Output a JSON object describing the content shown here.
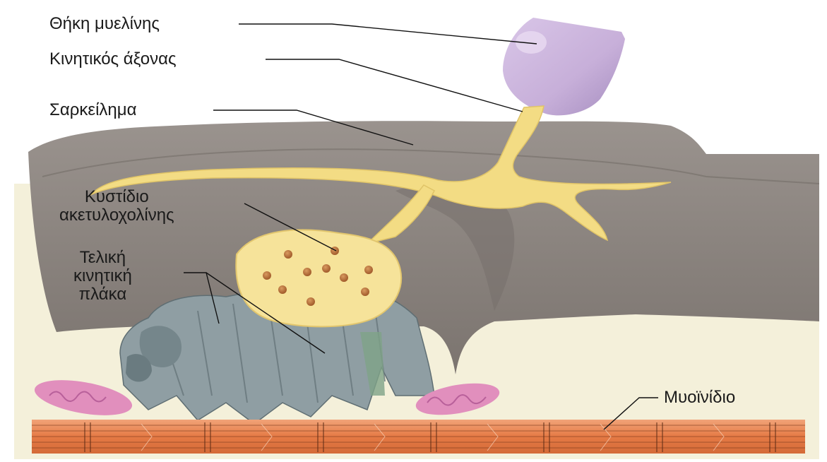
{
  "labels": {
    "myelin_sheath": "Θήκη μυελίνης",
    "motor_axon": "Κινητικός άξονας",
    "sarcolemma": "Σαρκείλημα",
    "ach_vesicle": "Κυστίδιο\nακετυλοχολίνης",
    "motor_end_plate": "Τελική\nκινητική\nπλάκα",
    "myofibril": "Μυοϊνίδιο"
  },
  "colors": {
    "myelin": "#c9b2da",
    "axon": "#f3dc84",
    "muscle_fiber": "#8e8782",
    "cytoplasm": "#f4f0da",
    "end_plate": "#8f9ea3",
    "vesicle": "#b96f3c",
    "mitochondria": "#e18fbd",
    "myofibril": "#e9824f"
  }
}
